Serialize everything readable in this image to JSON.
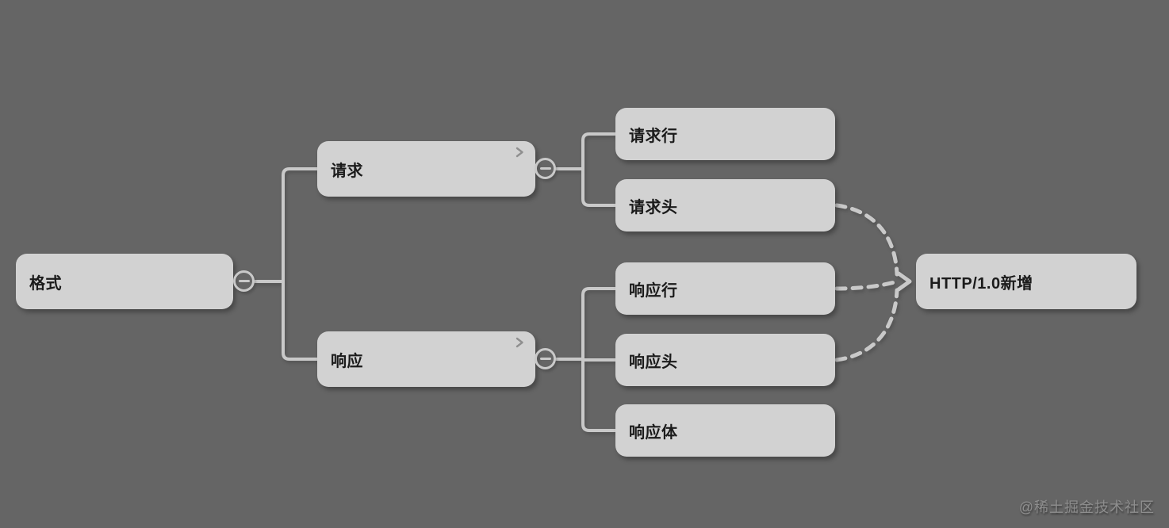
{
  "diagram": {
    "type": "mindmap",
    "nodes": [
      {
        "id": "format",
        "label": "格式",
        "level": 0
      },
      {
        "id": "request",
        "label": "请求",
        "level": 1
      },
      {
        "id": "response",
        "label": "响应",
        "level": 1
      },
      {
        "id": "request-line",
        "label": "请求行",
        "level": 2
      },
      {
        "id": "request-headers",
        "label": "请求头",
        "level": 2
      },
      {
        "id": "response-line",
        "label": "响应行",
        "level": 2
      },
      {
        "id": "response-headers",
        "label": "响应头",
        "level": 2
      },
      {
        "id": "response-body",
        "label": "响应体",
        "level": 2
      },
      {
        "id": "http10-new",
        "label": "HTTP/1.0新增",
        "level": 2
      }
    ],
    "links": {
      "solid": [
        [
          "格式",
          "请求"
        ],
        [
          "格式",
          "响应"
        ],
        [
          "请求",
          "请求行"
        ],
        [
          "请求",
          "请求头"
        ],
        [
          "响应",
          "响应行"
        ],
        [
          "响应",
          "响应头"
        ],
        [
          "响应",
          "响应体"
        ]
      ],
      "dashed": [
        [
          "请求头",
          "HTTP/1.0新增"
        ],
        [
          "响应行",
          "HTTP/1.0新增"
        ],
        [
          "响应头",
          "HTTP/1.0新增"
        ]
      ]
    },
    "icons": {
      "collapse": "minus-circle",
      "expand": "chevron-right"
    }
  },
  "watermark": {
    "text": "@稀土掘金技术社区"
  },
  "theme": {
    "background": "#656565",
    "node_fill": "#d2d2d2",
    "node_text": "#1b1b1b",
    "connector": "#c9c9c9",
    "chevron": "#8f8f8f",
    "watermark_color": "#8e8e8e"
  }
}
